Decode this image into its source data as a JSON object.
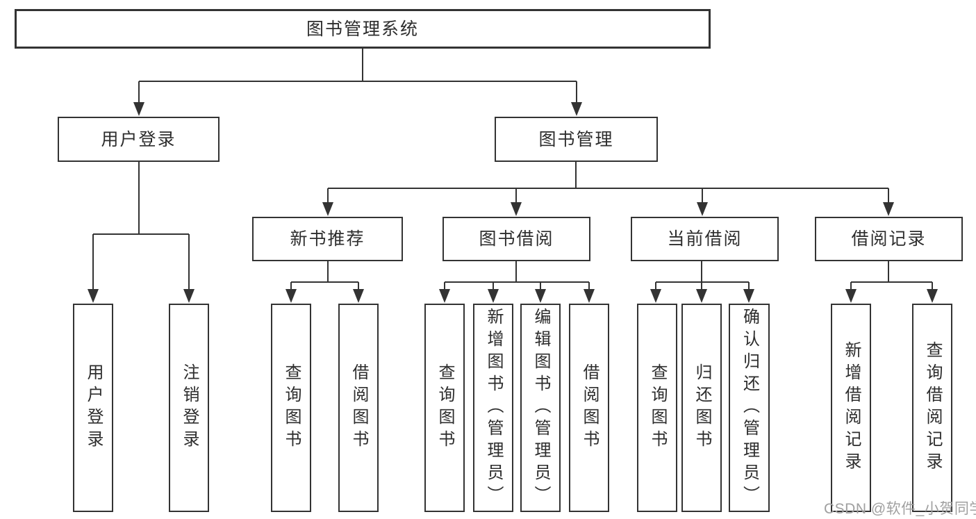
{
  "styles": {
    "line_color": "#333333",
    "text_color": "#2d2d2d",
    "box_background": "#ffffff",
    "watermark_color": "#a0a0a0"
  },
  "watermark": {
    "text": "CSDN @软件_小贺同学"
  },
  "tree": {
    "label": "图书管理系统",
    "children": [
      {
        "label": "用户登录",
        "children": [
          {
            "label": "用户登录"
          },
          {
            "label": "注销登录"
          }
        ]
      },
      {
        "label": "图书管理",
        "children": [
          {
            "label": "新书推荐",
            "children": [
              {
                "label": "查询图书"
              },
              {
                "label": "借阅图书"
              }
            ]
          },
          {
            "label": "图书借阅",
            "children": [
              {
                "label": "查询图书"
              },
              {
                "label": "新增图书（管理员）"
              },
              {
                "label": "编辑图书（管理员）"
              },
              {
                "label": "借阅图书"
              }
            ]
          },
          {
            "label": "当前借阅",
            "children": [
              {
                "label": "查询图书"
              },
              {
                "label": "归还图书"
              },
              {
                "label": "确认归还（管理员）"
              }
            ]
          },
          {
            "label": "借阅记录",
            "children": [
              {
                "label": "新增借阅记录"
              },
              {
                "label": "查询借阅记录"
              }
            ]
          }
        ]
      }
    ]
  }
}
